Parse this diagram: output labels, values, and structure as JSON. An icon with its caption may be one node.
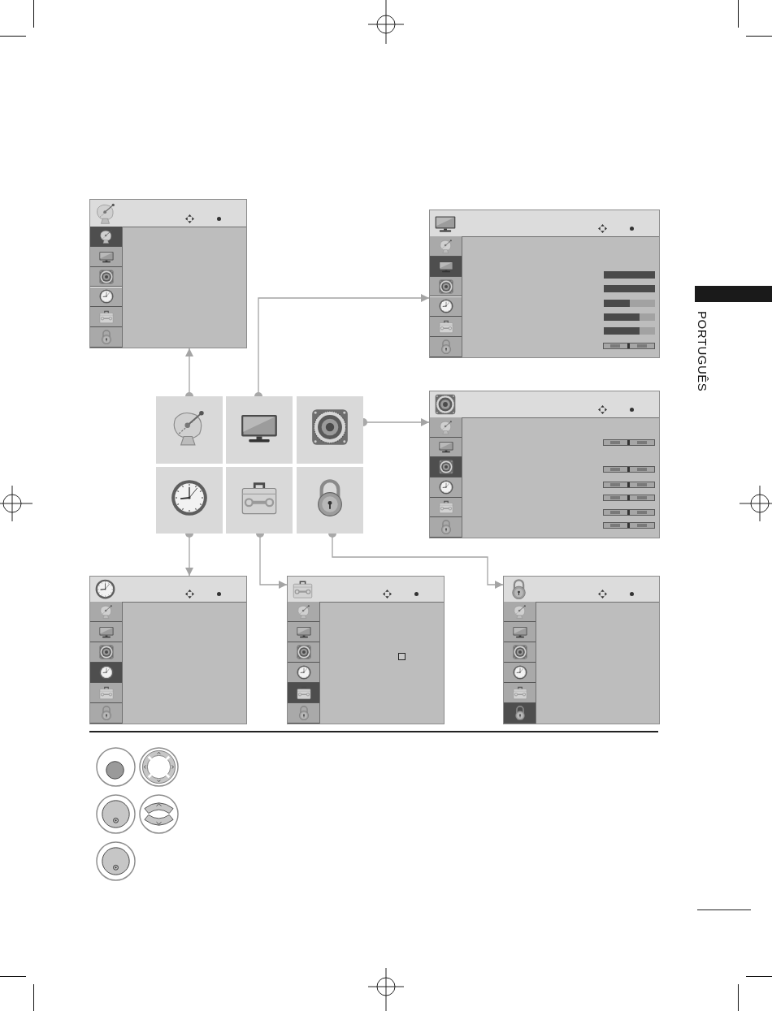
{
  "diagram": {
    "nodes": [
      {
        "text": [],
        "shape": "picture"
      },
      {
        "text": [],
        "shape": "picture"
      },
      {
        "text": [],
        "shape": "bar",
        "beside": [
          "PORTUGUÊS"
        ]
      },
      {
        "text": [],
        "shape": "picture"
      },
      {
        "text": [],
        "shape": "picture"
      },
      {
        "text": [],
        "shape": "picture"
      },
      {
        "text": [],
        "shape": "picture"
      },
      {
        "text": [],
        "shape": "picture"
      },
      {
        "text": [],
        "shape": "picture"
      },
      {
        "text": [],
        "shape": "picture"
      },
      {
        "text": [],
        "shape": "picture"
      },
      {
        "text": [],
        "shape": "picture"
      },
      {
        "text": [],
        "shape": "picture"
      }
    ],
    "edges": [
      {
        "from": 3,
        "to": 0,
        "arrow": "to"
      },
      {
        "from": 4,
        "to": 1,
        "arrow": "to"
      },
      {
        "from": 5,
        "to": 6,
        "arrow": "to"
      },
      {
        "from": 7,
        "to": 10,
        "arrow": "to"
      },
      {
        "from": 8,
        "to": 11,
        "arrow": "to"
      },
      {
        "from": 9,
        "to": 12,
        "arrow": "to"
      }
    ]
  }
}
